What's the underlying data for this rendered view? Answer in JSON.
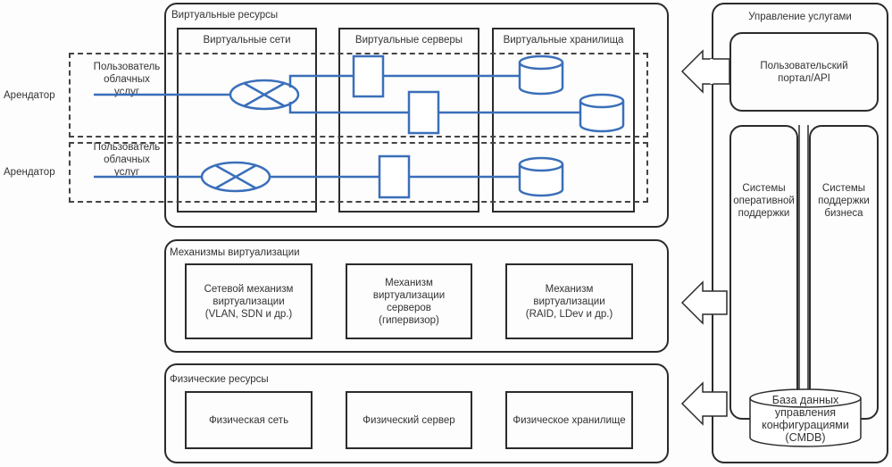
{
  "virtual_resources": {
    "title": "Виртуальные ресурсы",
    "columns": [
      {
        "label": "Виртуальные сети"
      },
      {
        "label": "Виртуальные серверы"
      },
      {
        "label": "Виртуальные хранилища"
      }
    ]
  },
  "tenants": [
    {
      "label": "Арендатор",
      "user_label": "Пользователь\nоблачных\nуслуг"
    },
    {
      "label": "Арендатор",
      "user_label": "Пользователь\nоблачных\nуслуг"
    }
  ],
  "virtualization": {
    "title": "Механизмы виртуализации",
    "items": [
      {
        "label": "Сетевой механизм\nвиртуализации\n(VLAN, SDN и др.)"
      },
      {
        "label": "Механизм\nвиртуализации\nсерверов\n(гипервизор)"
      },
      {
        "label": "Механизм\nвиртуализации\n(RAID, LDev и др.)"
      }
    ]
  },
  "physical": {
    "title": "Физические ресурсы",
    "items": [
      {
        "label": "Физическая сеть"
      },
      {
        "label": "Физический сервер"
      },
      {
        "label": "Физическое хранилище"
      }
    ]
  },
  "service_management": {
    "title": "Управление услугами",
    "portal": "Пользовательский\nпортал/API",
    "oss": "Системы\nоперативной\nподдержки",
    "bss": "Системы\nподдержки\nбизнеса",
    "cmdb": "База данных\nуправления\nконфигурациями\n(CMDB)"
  },
  "colors": {
    "accent_blue": "#3a6fba",
    "outline": "#2b2b2b"
  }
}
